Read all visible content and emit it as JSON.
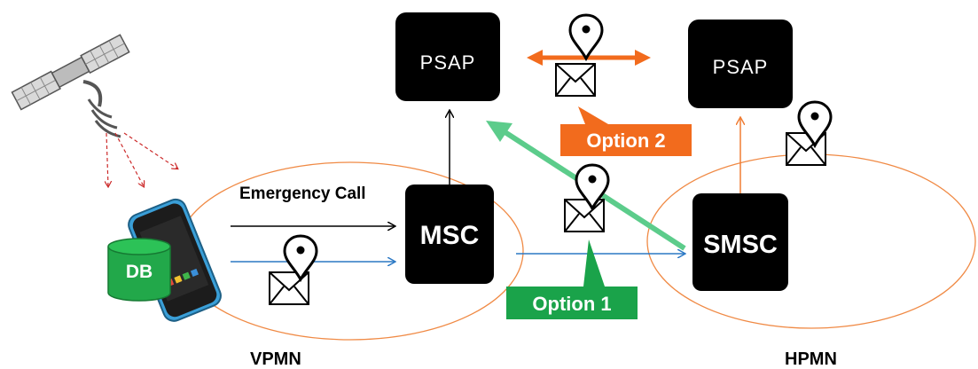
{
  "nodes": {
    "psap_left": "PSAP",
    "psap_right": "PSAP",
    "msc": "MSC",
    "smsc": "SMSC",
    "db": "DB"
  },
  "labels": {
    "emergency_call": "Emergency Call",
    "option1": "Option 1",
    "option2": "Option 2",
    "vpmn": "VPMN",
    "hpmn": "HPMN"
  },
  "colors": {
    "node_bg": "#000000",
    "option1": "#1aa34a",
    "option2": "#f26b1d",
    "arrow_blue": "#2b78c4",
    "arrow_orange": "#f07c33",
    "green_arrow": "#5ccc8b",
    "ellipse": "#f08a45",
    "db": "#22a84a",
    "satellite_rays": "#cc2a2a"
  },
  "icons": [
    "satellite-icon",
    "phone-icon",
    "envelope-location-icon"
  ]
}
